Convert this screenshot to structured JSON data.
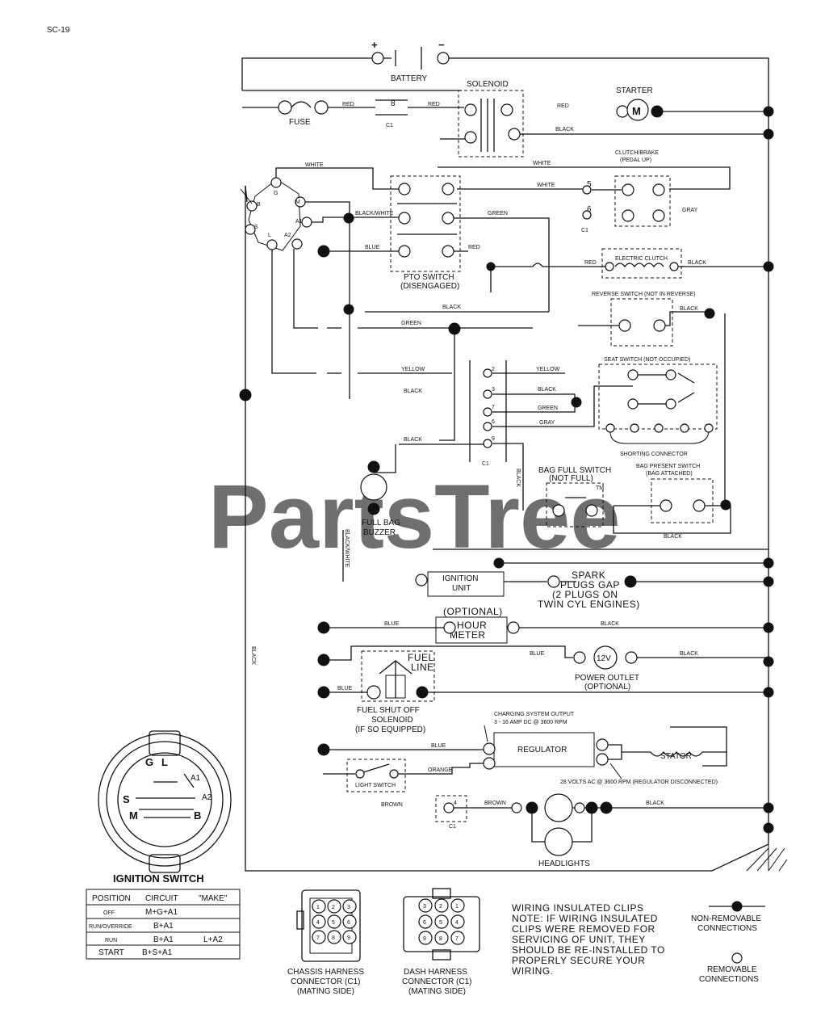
{
  "page_id": "SC-19",
  "watermark": "PartsTree",
  "watermark_tm": "TM",
  "battery": {
    "label": "BATTERY",
    "plus": "+",
    "minus": "−"
  },
  "solenoid": "SOLENOID",
  "starter": {
    "label": "STARTER",
    "symbol": "M"
  },
  "fuse": "FUSE",
  "clutch_brake": [
    "CLUTCH/BRAKE",
    "(PEDAL UP)"
  ],
  "pto_switch": [
    "PTO SWITCH",
    "(DISENGAGED)"
  ],
  "electric_clutch": "ELECTRIC CLUTCH",
  "reverse_switch": "REVERSE SWITCH (NOT IN REVERSE)",
  "seat_switch": "SEAT SWITCH (NOT OCCUPIED)",
  "shorting_connector": "SHORTING CONNECTOR",
  "bag_full_switch": [
    "BAG FULL SWITCH",
    "(NOT FULL)"
  ],
  "bag_present_switch": [
    "BAG PRESENT SWITCH",
    "(BAG ATTACHED)"
  ],
  "full_bag_buzzer": [
    "FULL BAG",
    "BUZZER"
  ],
  "ignition_unit": [
    "IGNITION",
    "UNIT"
  ],
  "spark_plugs": [
    "SPARK",
    "PLUGS GAP",
    "(2 PLUGS ON",
    "TWIN CYL ENGINES)"
  ],
  "hour_meter": [
    "(OPTIONAL)",
    "HOUR",
    "METER"
  ],
  "fuel_line": [
    "FUEL",
    "LINE"
  ],
  "fuel_shutoff": [
    "FUEL SHUT OFF",
    "SOLENOID",
    "(IF SO EQUIPPED)"
  ],
  "power_outlet": {
    "symbol": "12V",
    "label": [
      "POWER OUTLET",
      "(OPTIONAL)"
    ]
  },
  "charging_output": [
    "CHARGING SYSTEM OUTPUT",
    "3 - 16 AMP DC @ 3600 RPM"
  ],
  "regulator": "REGULATOR",
  "stator": "STATOR",
  "stator_note": "28 VOLTS AC @ 3600 RPM (REGULATOR DISCONNECTED)",
  "light_switch": "LIGHT SWITCH",
  "headlights": "HEADLIGHTS",
  "connector_id": "C1",
  "wire_colors": {
    "red": "RED",
    "black": "BLACK",
    "white": "WHITE",
    "green": "GREEN",
    "blue": "BLUE",
    "yellow": "YELLOW",
    "gray": "GRAY",
    "orange": "ORANGE",
    "brown": "BROWN",
    "black_white": "BLACK/WHITE"
  },
  "pin_numbers": [
    "8",
    "5",
    "6",
    "2",
    "3",
    "7",
    "6",
    "9",
    "4"
  ],
  "ignition_switch": {
    "title": "IGNITION SWITCH",
    "terminals": [
      "G",
      "L",
      "A1",
      "A2",
      "S",
      "M",
      "B"
    ],
    "table": {
      "headers": [
        "POSITION",
        "CIRCUIT",
        "\"MAKE\""
      ],
      "rows": [
        [
          "OFF",
          "M+G+A1",
          ""
        ],
        [
          "RUN/OVERRIDE",
          "B+A1",
          ""
        ],
        [
          "RUN",
          "B+A1",
          "L+A2"
        ],
        [
          "START",
          "B+S+A1",
          ""
        ]
      ]
    }
  },
  "chassis_connector": {
    "label": [
      "CHASSIS HARNESS",
      "CONNECTOR (C1)",
      "(MATING SIDE)"
    ],
    "pins": [
      "1",
      "2",
      "3",
      "4",
      "5",
      "6",
      "7",
      "8",
      "9"
    ]
  },
  "dash_connector": {
    "label": [
      "DASH HARNESS",
      "CONNECTOR (C1)",
      "(MATING SIDE)"
    ],
    "pins": [
      "3",
      "2",
      "1",
      "6",
      "5",
      "4",
      "9",
      "8",
      "7"
    ]
  },
  "note": [
    "WIRING INSULATED CLIPS",
    "NOTE: IF WIRING INSULATED",
    "CLIPS WERE REMOVED FOR",
    "SERVICING OF UNIT, THEY",
    "SHOULD BE RE-INSTALLED TO",
    "PROPERLY SECURE YOUR",
    "WIRING."
  ],
  "legend": {
    "non_removable": [
      "NON-REMOVABLE",
      "CONNECTIONS"
    ],
    "removable": [
      "REMOVABLE",
      "CONNECTIONS"
    ]
  }
}
